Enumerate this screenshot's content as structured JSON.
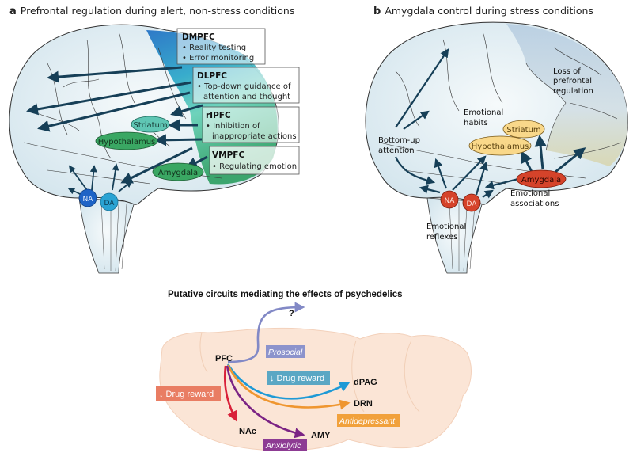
{
  "panel_a": {
    "letter": "a",
    "title": "Prefrontal regulation during alert, non-stress conditions",
    "boxes": [
      {
        "heading": "DMPFC",
        "bullets": [
          "Reality testing",
          "Error monitoring"
        ]
      },
      {
        "heading": "DLPFC",
        "bullets": [
          "Top-down guidance of",
          "attention and thought"
        ]
      },
      {
        "heading": "rIPFC",
        "bullets": [
          "Inhibition of",
          "inappropriate actions"
        ]
      },
      {
        "heading": "VMPFC",
        "bullets": [
          "Regulating emotion"
        ]
      }
    ],
    "nodes": {
      "striatum": "Striatum",
      "hypothalamus": "Hypothalamus",
      "amygdala": "Amygdala",
      "na": "NA",
      "da": "DA"
    },
    "colors": {
      "dmpfc": "#1f6fc4",
      "dlpfc": "#29a6c8",
      "rlpfc": "#4fc79b",
      "vmpfc": "#2e9f62",
      "brain": "#e3eef3",
      "arrow": "#163f57",
      "na_node": "#1e63c6",
      "da_node": "#2aa3d3",
      "striatum_node": "#5fc6b4",
      "green_node": "#3aa763"
    }
  },
  "panel_b": {
    "letter": "b",
    "title": "Amygdala control during stress conditions",
    "labels": {
      "loss": [
        "Loss of",
        "prefrontal",
        "regulation"
      ],
      "emotional_habits": [
        "Emotional",
        "habits"
      ],
      "bottom_up": [
        "Bottom-up",
        "attention"
      ],
      "emotional_associations": [
        "Emotional",
        "associations"
      ],
      "emotional_reflexes": [
        "Emotional",
        "reflexes"
      ]
    },
    "nodes": {
      "striatum": "Striatum",
      "hypothalamus": "Hypothalamus",
      "amygdala": "Amygdala",
      "na": "NA",
      "da": "DA"
    },
    "colors": {
      "yellow_node": "#f9d88a",
      "red_node": "#d5432a",
      "pfc_region": "#c9d9e6",
      "arrow": "#163f57"
    }
  },
  "panel_c": {
    "title": "Putative circuits mediating the effects of psychedelics",
    "regions": {
      "pfc": "PFC",
      "question": "?",
      "dpag": "dPAG",
      "drn": "DRN",
      "nac": "NAc",
      "amy": "AMY"
    },
    "effects": [
      {
        "label": "Prosocial",
        "color": "#8c93cc",
        "italic": true,
        "target": "?"
      },
      {
        "label": "↓ Drug reward",
        "color": "#5aa7c4",
        "italic": false,
        "target": "dPAG"
      },
      {
        "label": "↓ Drug reward",
        "color": "#e97d63",
        "italic": false,
        "target": "NAc"
      },
      {
        "label": "Antidepressant",
        "color": "#f1a13c",
        "italic": true,
        "target": "DRN"
      },
      {
        "label": "Anxiolytic",
        "color": "#8d3b93",
        "italic": true,
        "target": "AMY"
      }
    ],
    "arrow_colors": {
      "prosocial": "#8289c6",
      "dpag": "#1e9ad6",
      "drn": "#ef9630",
      "nac": "#d9213a",
      "amy": "#7b2384"
    },
    "brain_color": "#fbe5d6"
  }
}
